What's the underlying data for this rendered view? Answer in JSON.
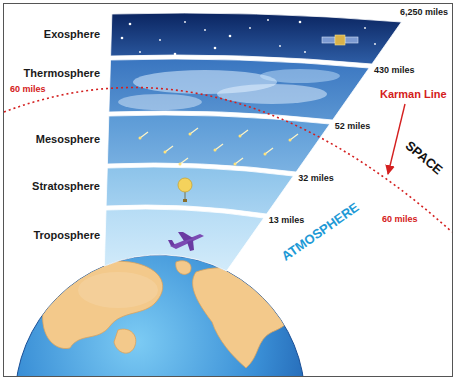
{
  "diagram": {
    "nodes": [
      {
        "text": [
          "Exosphere",
          "6,250 miles"
        ]
      },
      {
        "text": [
          "Thermosphere",
          "430 miles"
        ]
      },
      {
        "text": [
          "Mesosphere",
          "52 miles"
        ]
      },
      {
        "text": [
          "Stratosphere",
          "32 miles"
        ]
      },
      {
        "text": [
          "Troposphere",
          "13 miles"
        ]
      }
    ],
    "labels": [
      "60 miles",
      "Karman Line",
      "SPACE",
      "60 miles",
      "ATMOSPHERE"
    ]
  }
}
